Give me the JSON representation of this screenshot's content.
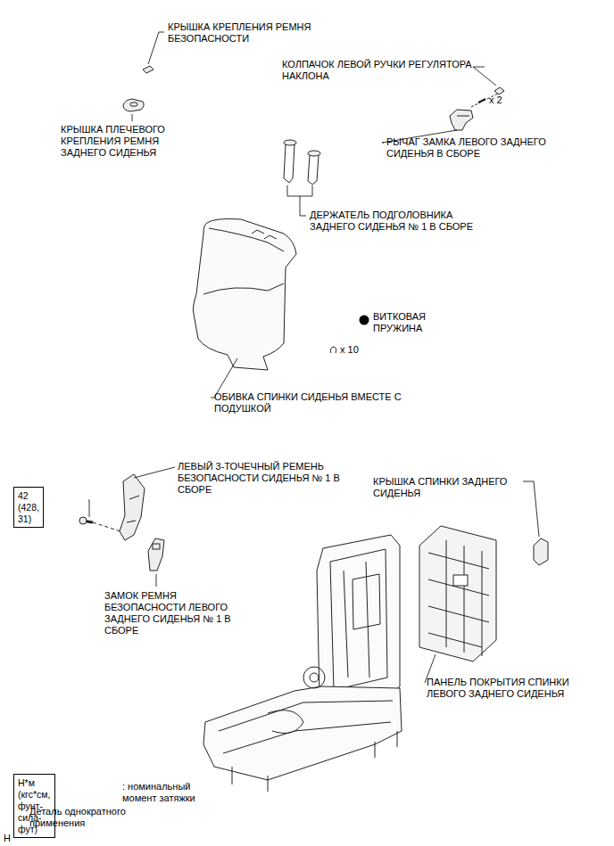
{
  "diagram": {
    "nodes": [
      {
        "text": [
          "42 (428, 31)"
        ]
      },
      {
        "text": [
          "Н*м (кгс*см, фунт-сила-фут)"
        ]
      }
    ],
    "labels": [
      "КРЫШКА КРЕПЛЕНИЯ РЕМНЯ БЕЗОПАСНОСТИ",
      "КОЛПАЧОК ЛЕВОЙ РУЧКИ РЕГУЛЯТОРА НАКЛОНА",
      "x 2",
      "КРЫШКА ПЛЕЧЕВОГО КРЕПЛЕНИЯ РЕМНЯ ЗАДНЕГО СИДЕНЬЯ",
      "РЫЧАГ ЗАМКА ЛЕВОГО ЗАДНЕГО СИДЕНЬЯ В СБОРЕ",
      "ДЕРЖАТЕЛЬ ПОДГОЛОВНИКА ЗАДНЕГО СИДЕНЬЯ № 1 В СБОРЕ",
      "ВИТКОВАЯ ПРУЖИНА",
      "x 10",
      "ОБИВКА СПИНКИ СИДЕНЬЯ ВМЕСТЕ С ПОДУШКОЙ",
      "ЛЕВЫЙ 3-ТОЧЕЧНЫЙ РЕМЕНЬ БЕЗОПАСНОСТИ СИДЕНЬЯ № 1 В СБОРЕ",
      "ЗАМОК РЕМНЯ БЕЗОПАСНОСТИ ЛЕВОГО ЗАДНЕГО СИДЕНЬЯ № 1 В СБОРЕ",
      "КРЫШКА СПИНКИ ЗАДНЕГО СИДЕНЬЯ",
      "ПАНЕЛЬ ПОКРЫТИЯ СПИНКИ ЛЕВОГО ЗАДНЕГО СИДЕНЬЯ",
      ": номинальный момент затяжки",
      "H"
    ],
    "legend": [
      {
        "text": "Деталь однократного применения"
      }
    ]
  }
}
